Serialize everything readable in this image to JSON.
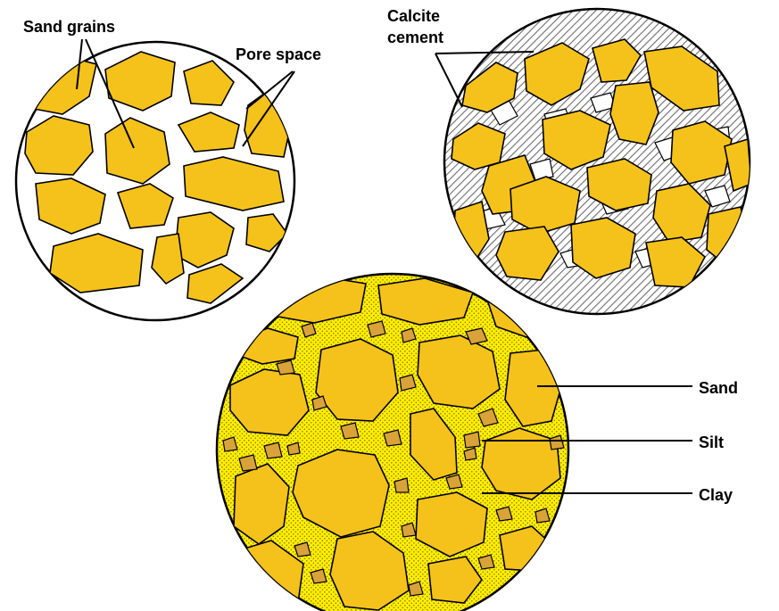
{
  "labels": {
    "sand_grains": "Sand grains",
    "pore_space": "Pore space",
    "calcite_line1": "Calcite",
    "calcite_line2": "cement",
    "sand": "Sand",
    "silt": "Silt",
    "clay": "Clay"
  },
  "colors": {
    "grain_fill": "#F5C21B",
    "outline": "#000000",
    "pore_fill": "#FFFFFF",
    "cement_hatch": "#777777",
    "clay_matrix": "#FFEE00",
    "clay_dots": "#8A7A00",
    "silt_fill": "#D9A33A"
  }
}
